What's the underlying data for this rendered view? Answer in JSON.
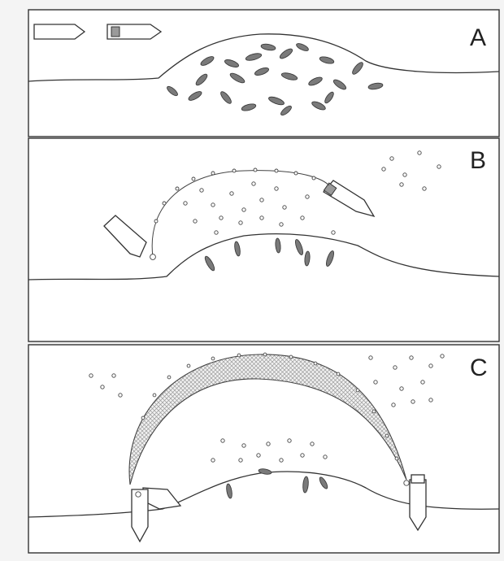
{
  "panels": [
    {
      "label": "A"
    },
    {
      "label": "B"
    },
    {
      "label": "C"
    }
  ],
  "colors": {
    "background": "#f4f4f4",
    "panel": "#ffffff",
    "line": "#333333",
    "fish": "#7a7a7a",
    "net_mesh": "#bdbdbd"
  }
}
